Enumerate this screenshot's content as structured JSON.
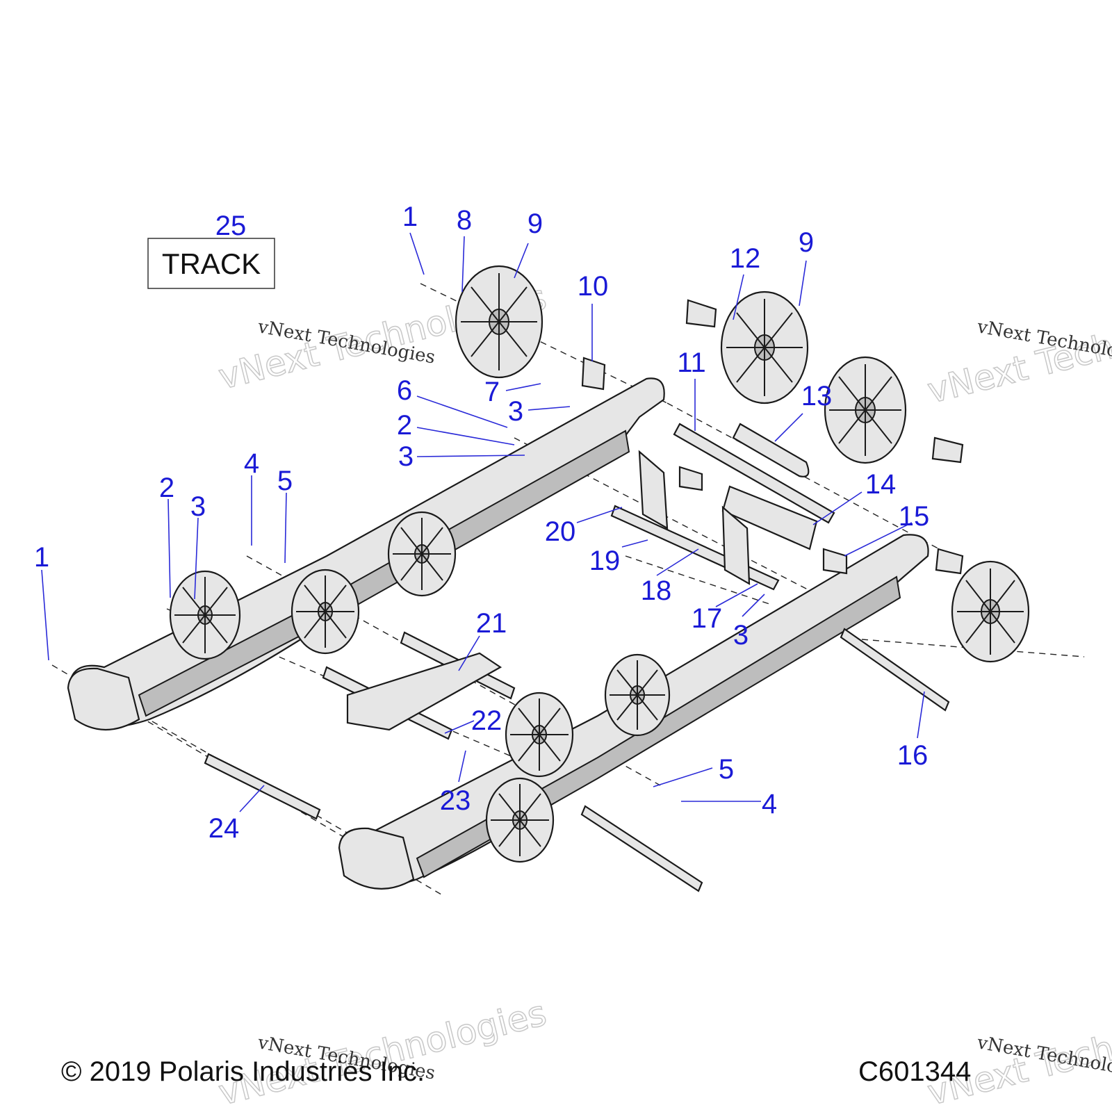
{
  "diagram": {
    "track_label": "TRACK",
    "callouts": [
      "1",
      "8",
      "9",
      "10",
      "9",
      "12",
      "11",
      "13",
      "7",
      "3",
      "6",
      "2",
      "3",
      "14",
      "15",
      "20",
      "19",
      "18",
      "17",
      "3",
      "4",
      "5",
      "2",
      "3",
      "1",
      "21",
      "22",
      "23",
      "24",
      "16",
      "5",
      "4",
      "25"
    ],
    "watermark_large": "vNext Technologies",
    "watermark_small": "vNext Technologies"
  },
  "footer": {
    "copyright": "© 2019 Polaris Industries Inc.",
    "drawing_number": "C601344"
  }
}
